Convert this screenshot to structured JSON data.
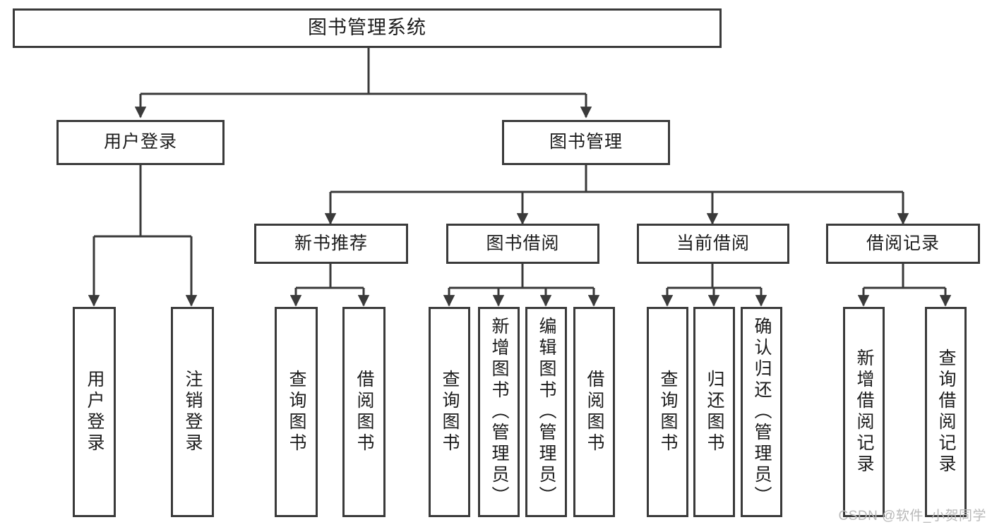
{
  "diagram": {
    "title": "图书管理系统",
    "type": "tree",
    "orientation": "top-down",
    "colors": {
      "stroke": "#3a3a3a",
      "fill": "#ffffff",
      "text": "#1c1c1c",
      "watermark": "#b9b9b9"
    }
  },
  "root": {
    "label": "图书管理系统"
  },
  "level2": [
    {
      "label": "用户登录"
    },
    {
      "label": "图书管理"
    }
  ],
  "level3": [
    {
      "label": "新书推荐"
    },
    {
      "label": "图书借阅"
    },
    {
      "label": "当前借阅"
    },
    {
      "label": "借阅记录"
    }
  ],
  "leaves": {
    "user_login": [
      {
        "label": "用户登录"
      },
      {
        "label": "注销登录"
      }
    ],
    "new_book_recommend": [
      {
        "label": "查询图书"
      },
      {
        "label": "借阅图书"
      }
    ],
    "book_borrow": [
      {
        "label": "查询图书"
      },
      {
        "label": "新增图书（管理员）"
      },
      {
        "label": "编辑图书（管理员）"
      },
      {
        "label": "借阅图书"
      }
    ],
    "current_borrow": [
      {
        "label": "查询图书"
      },
      {
        "label": "归还图书"
      },
      {
        "label": "确认归还（管理员）"
      }
    ],
    "borrow_record": [
      {
        "label": "新增借阅记录"
      },
      {
        "label": "查询借阅记录"
      }
    ]
  },
  "watermark": {
    "text": "CSDN @软件_小贺同学"
  }
}
